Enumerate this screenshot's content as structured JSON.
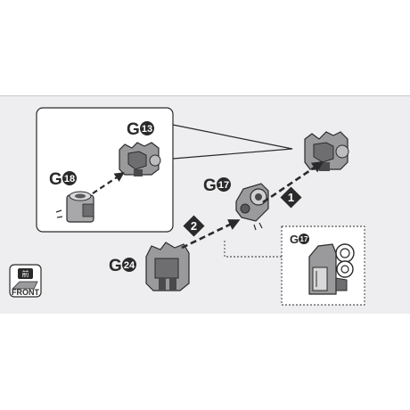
{
  "parts": {
    "g13": {
      "letter": "G",
      "number": "13"
    },
    "g18": {
      "letter": "G",
      "number": "18"
    },
    "g17": {
      "letter": "G",
      "number": "17"
    },
    "g24": {
      "letter": "G",
      "number": "24"
    }
  },
  "steps": {
    "step1": "1",
    "step2": "2"
  },
  "detail": {
    "letter": "G",
    "number": "17"
  },
  "front_marker": {
    "japanese": "前",
    "english": "FRONT"
  },
  "colors": {
    "part_fill": "#9a9a9c",
    "part_dark": "#4a4a4c",
    "line": "#2a2a2a",
    "sheet": "#eeeef0"
  }
}
